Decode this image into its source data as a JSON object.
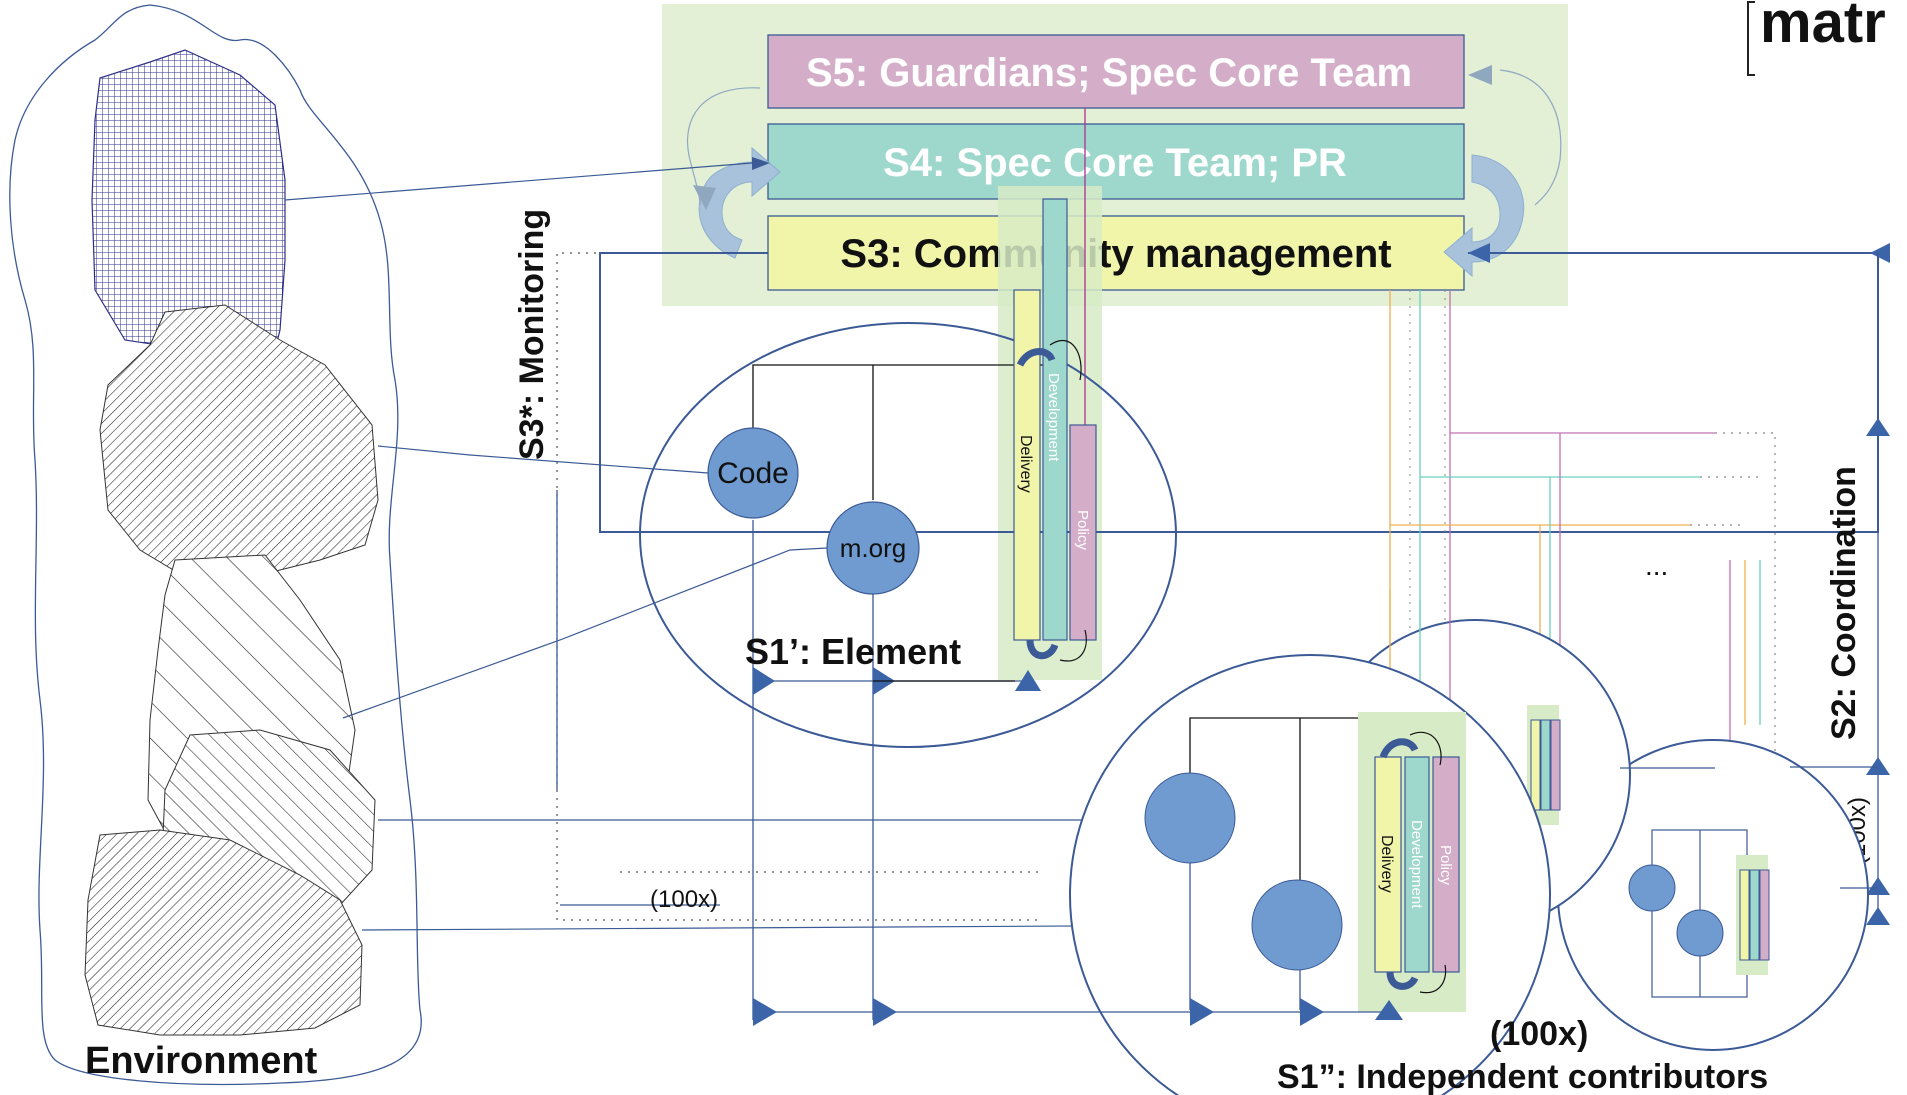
{
  "header": {
    "logo_text": "matr"
  },
  "systems": {
    "s5": "S5: Guardians; Spec Core Team",
    "s4": "S4: Spec Core Team; PR",
    "s3": "S3: Community management",
    "s3_star": "S3*: Monitoring",
    "s2": "S2: Coordination"
  },
  "environment": {
    "label": "Environment"
  },
  "s1_element": {
    "label": "S1’: Element",
    "nodes": [
      "Code",
      "m.org"
    ],
    "bars": [
      "Delivery",
      "Development",
      "Policy"
    ]
  },
  "s1_independent": {
    "label": "S1”: Independent contributors",
    "multiplier": "(100x)",
    "bars": [
      "Delivery",
      "Development",
      "Policy"
    ]
  },
  "annotations": {
    "env_multiplier": "(100x)",
    "coordination_multiplier": "(100x)",
    "ellipsis": "..."
  },
  "colors": {
    "s5_fill": "#d4aec8",
    "s4_fill": "#9ed8cc",
    "s3_fill": "#f1f5aa",
    "meta_bg": "#e3f0d6",
    "node_blue": "#6f9bd0",
    "line_blue": "#3c64a8",
    "dark_line": "#3b5a96",
    "delivery": "#f1f5aa",
    "development": "#9ed8cc",
    "policy": "#d4aec8"
  }
}
